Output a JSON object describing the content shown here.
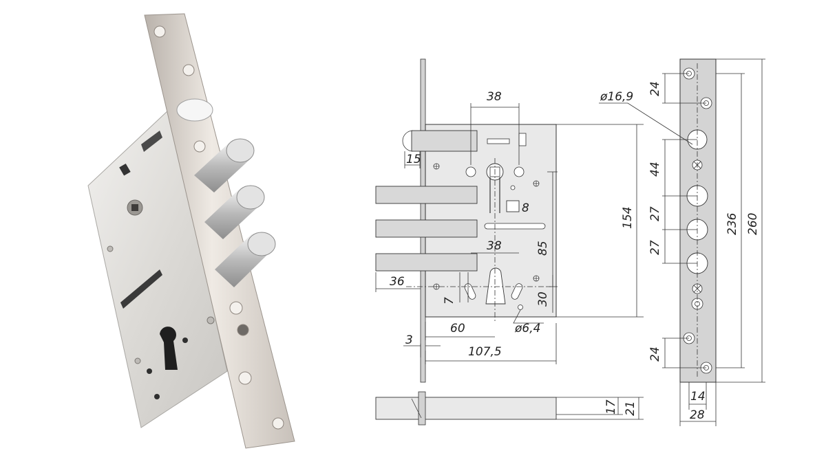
{
  "palette": {
    "plate": "#e4e2df",
    "plate_edge": "#9a9894",
    "faceplate": "#d9d3cc",
    "bolt": "#cfcfcf",
    "ink": "#222222"
  },
  "icons": {
    "photo": "mortise-lock-photo-icon",
    "screw": "screw-icon"
  },
  "front_view": {
    "top_width": "38",
    "latch_offset": "15",
    "spindle_square": "8",
    "cylinder_spacing": "38",
    "spindle_to_cylinder": "85",
    "bolt_projection": "36",
    "cylinder_offset": "7",
    "cylinder_height": "30",
    "backset": "60",
    "hole_diameter": "ø6,4",
    "faceplate_thickness": "3",
    "case_width": "107,5",
    "case_height": "154"
  },
  "side_view": {
    "latch_diameter": "ø16,9",
    "top_screw_spacing": "24",
    "spacing_a": "44",
    "spacing_b": "27",
    "spacing_c": "27",
    "bottom_screw_spacing": "24",
    "inner_height": "236",
    "total_height": "260",
    "inner_width": "14",
    "total_width": "28"
  },
  "bottom_view": {
    "case_depth": "17",
    "total_depth": "21"
  }
}
